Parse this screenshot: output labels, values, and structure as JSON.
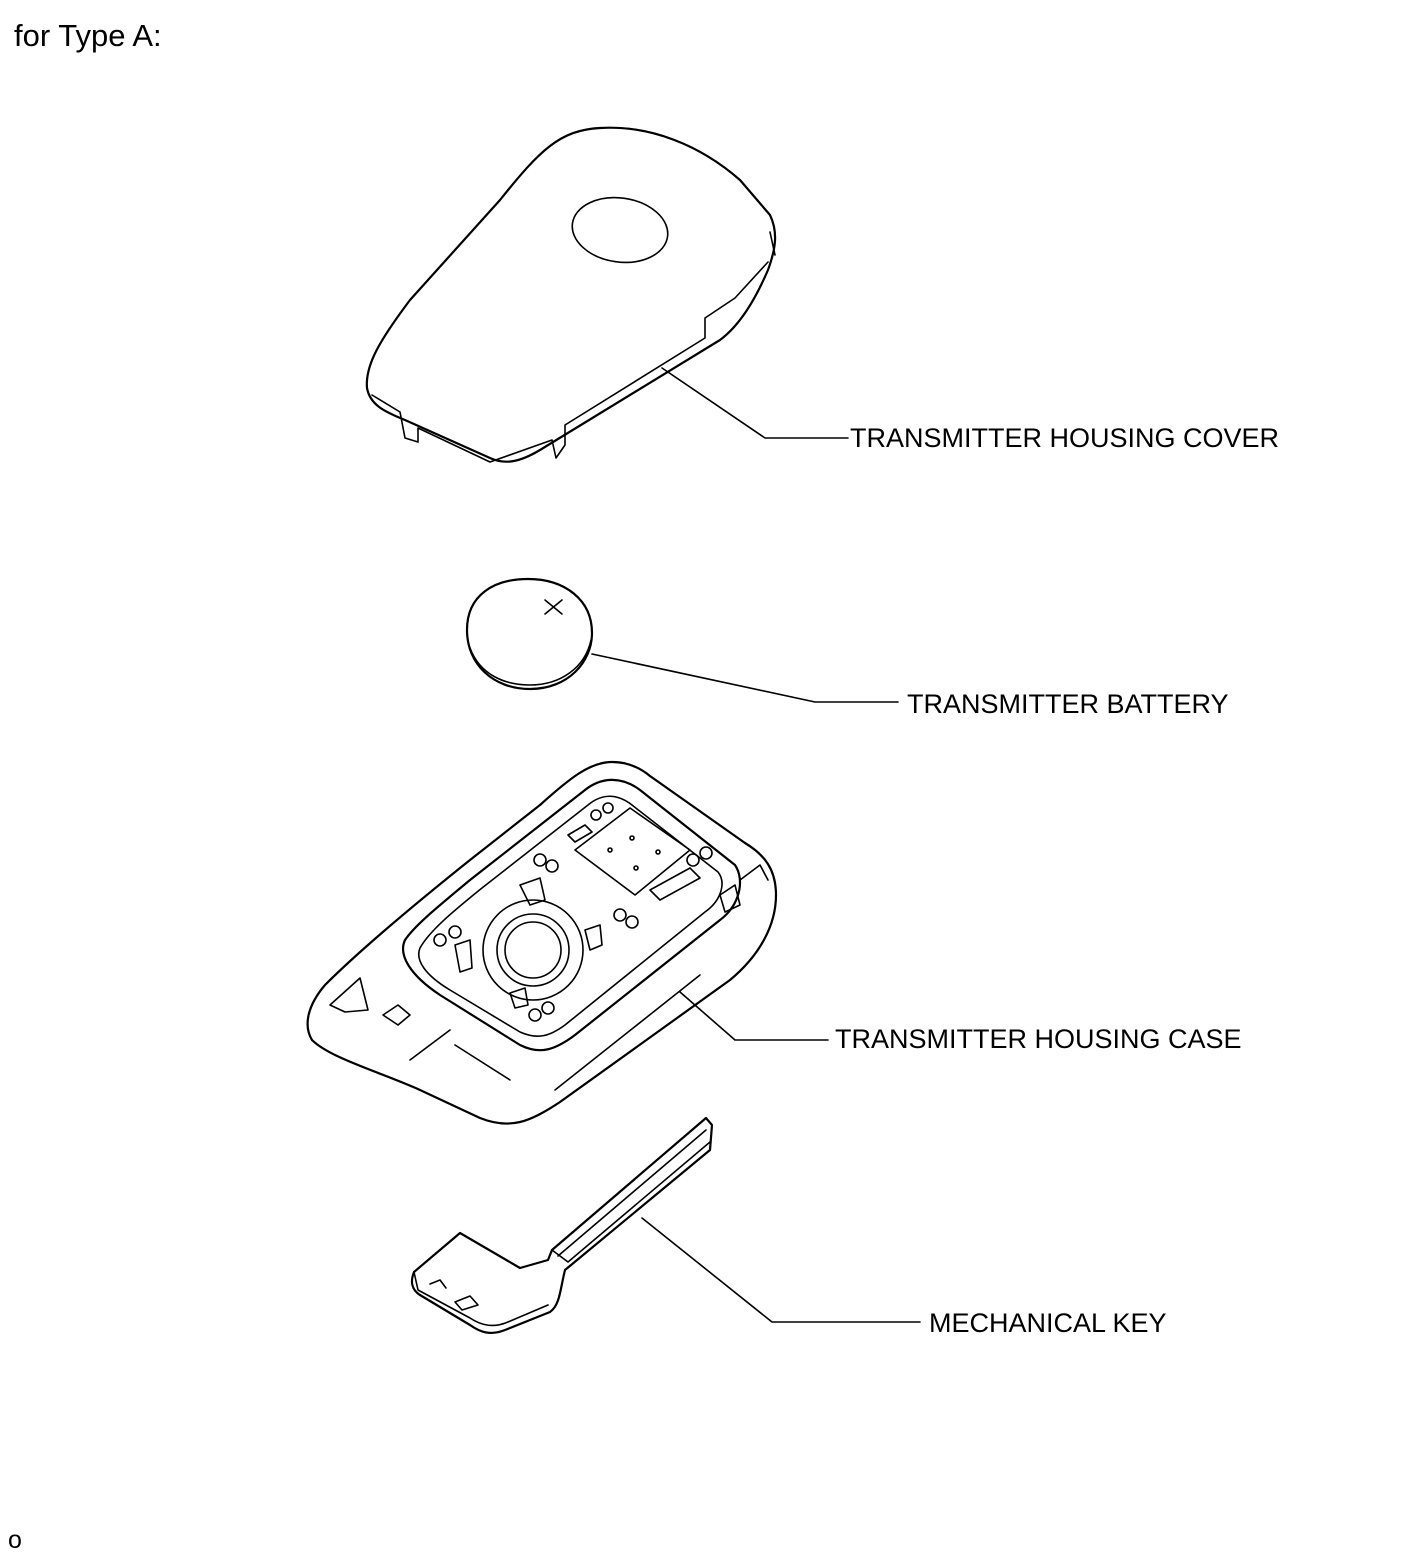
{
  "heading": "for Type A:",
  "callouts": {
    "cover": "TRANSMITTER HOUSING COVER",
    "battery": "TRANSMITTER BATTERY",
    "case": "TRANSMITTER HOUSING CASE",
    "key": "MECHANICAL KEY"
  },
  "footer_mark": "o",
  "colors": {
    "line": "#000000",
    "background": "#ffffff"
  }
}
